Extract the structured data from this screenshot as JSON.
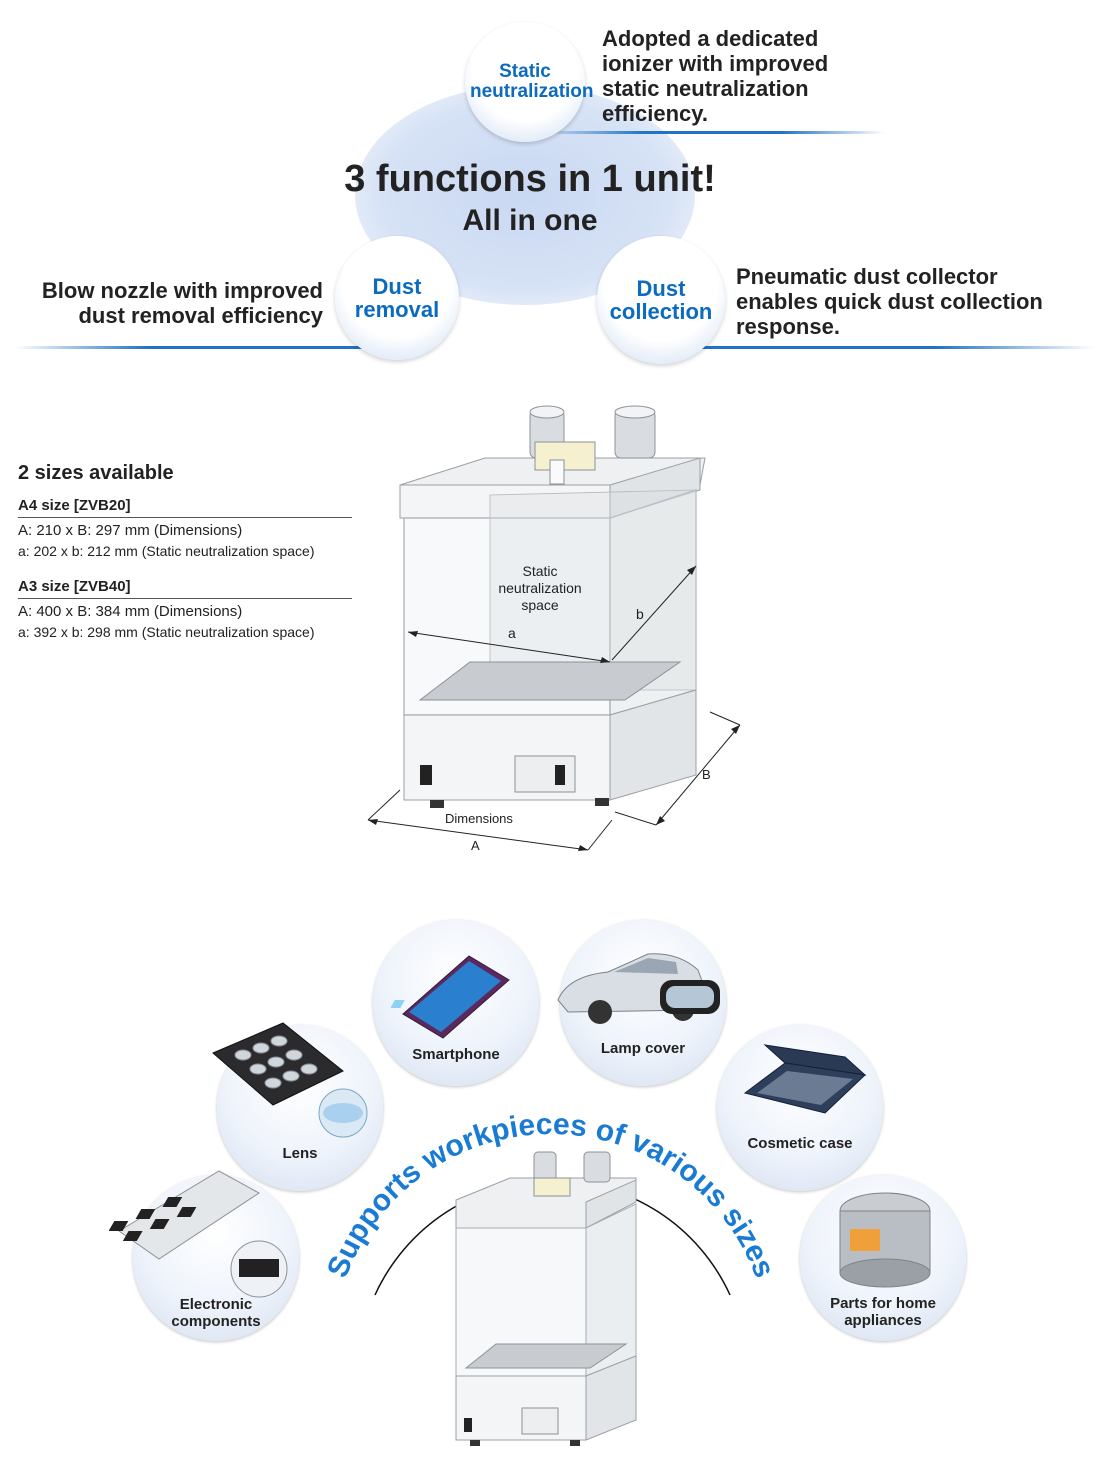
{
  "hero": {
    "title": "3 functions in 1 unit!",
    "subtitle": "All in one",
    "static": {
      "bubble": "Static neutralization",
      "desc_lines": [
        "Adopted a dedicated",
        "ionizer with improved",
        "static neutralization",
        "efficiency."
      ]
    },
    "dust_removal": {
      "bubble": "Dust removal",
      "desc_lines": [
        "Blow nozzle with improved",
        "dust removal efficiency"
      ]
    },
    "dust_collection": {
      "bubble": "Dust collection",
      "desc_lines": [
        "Pneumatic dust collector",
        "enables quick dust collection",
        "response."
      ]
    }
  },
  "sizes": {
    "heading": "2 sizes available",
    "items": [
      {
        "title": "A4 size [ZVB20]",
        "dims": "A: 210 x B: 297 mm (Dimensions)",
        "space": "a: 202 x b: 212 mm (Static neutralization space)"
      },
      {
        "title": "A3 size [ZVB40]",
        "dims": "A: 400 x B: 384 mm (Dimensions)",
        "space": "a: 392 x b: 298 mm (Static neutralization space)"
      }
    ]
  },
  "diagram": {
    "space_label": "Static neutralization space",
    "a": "a",
    "b": "b",
    "B": "B",
    "A": "A",
    "dimensions": "Dimensions"
  },
  "workpieces": {
    "arc_text": "Supports workpieces of various sizes",
    "items": [
      "Smartphone",
      "Lamp cover",
      "Lens",
      "Cosmetic case",
      "Electronic components",
      "Parts for home appliances"
    ]
  }
}
